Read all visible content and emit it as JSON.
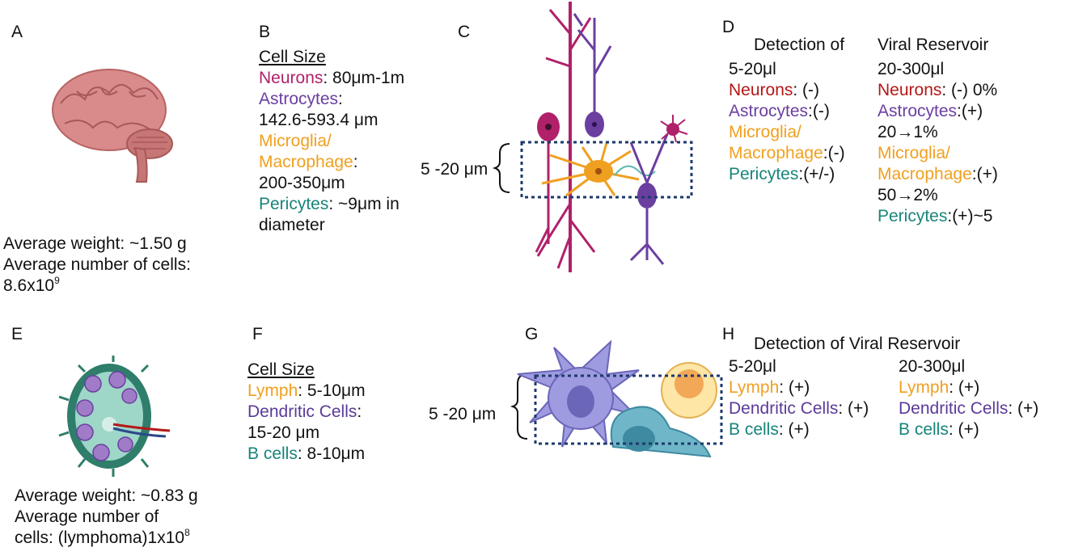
{
  "panels": {
    "A": {
      "letter": "A",
      "weight": "Average weight: ~1.50 g",
      "cells_label": "Average number of cells:",
      "cells_base": "8.6x10",
      "cells_exp": "9"
    },
    "B": {
      "letter": "B",
      "heading": "Cell Size",
      "neurons_name": "Neurons",
      "neurons_value": ": 80μm-1m",
      "astro_name": "Astrocytes",
      "astro_sep": ":",
      "astro_value": "142.6-593.4 μm",
      "micro_name_1": "Microglia/",
      "micro_name_2": "Macrophage",
      "micro_sep": ":",
      "micro_value": "200-350μm",
      "peri_name": "Pericytes",
      "peri_value_1": ": ~9μm in",
      "peri_value_2": "diameter"
    },
    "C": {
      "letter": "C",
      "range_label": "5 -20 μm"
    },
    "D": {
      "letter": "D",
      "heading_left": "Detection of",
      "heading_right": "Viral Reservoir",
      "col1_vol": "5-20μl",
      "col2_vol": "20-300μl",
      "c1_neuron_name": "Neurons",
      "c1_neuron_val": ": (-)",
      "c1_astro_name": "Astrocytes",
      "c1_astro_val": ":(-)",
      "c1_micro_name_1": "Microglia/",
      "c1_micro_name_2": "Macrophage",
      "c1_micro_val": ":(-)",
      "c1_peri_name": "Pericytes",
      "c1_peri_val": ":(+/-)",
      "c2_neuron_name": "Neurons",
      "c2_neuron_val": ": (-) 0%",
      "c2_astro_name": "Astrocytes",
      "c2_astro_val": ":(+)",
      "c2_astro_pct": "20→1%",
      "c2_micro_name_1": "Microglia/",
      "c2_micro_name_2": "Macrophage",
      "c2_micro_val": ":(+)",
      "c2_micro_pct": "50→2%",
      "c2_peri_name": "Pericytes",
      "c2_peri_val": ":(+)~5"
    },
    "E": {
      "letter": "E",
      "weight": "Average weight: ~0.83 g",
      "cells_label_1": "Average number of",
      "cells_label_2": "cells: (lymphoma)1x10",
      "cells_exp": "8"
    },
    "F": {
      "letter": "F",
      "heading": "Cell Size",
      "lymph_name": "Lymph",
      "lymph_value": ": 5-10μm",
      "dend_name": "Dendritic Cells",
      "dend_sep": ":",
      "dend_value": "15-20 μm",
      "bcell_name": "B cells",
      "bcell_value": ": 8-10μm"
    },
    "G": {
      "letter": "G",
      "range_label": "5 -20 μm"
    },
    "H": {
      "letter": "H",
      "heading": "Detection of Viral Reservoir",
      "col1_vol": "5-20μl",
      "col2_vol": "20-300μl",
      "c1_lymph_name": "Lymph",
      "c1_lymph_val": ": (+)",
      "c1_dend_name": "Dendritic Cells",
      "c1_dend_val": ": (+)",
      "c1_bcell_name": "B cells",
      "c1_bcell_val": ": (+)",
      "c2_lymph_name": "Lymph",
      "c2_lymph_val": ": (+)",
      "c2_dend_name": "Dendritic Cells",
      "c2_dend_val": ": (+)",
      "c2_bcell_name": "B cells",
      "c2_bcell_val": ": (+)"
    }
  },
  "colors": {
    "neuron": "#b0216a",
    "astrocyte": "#6b3fa0",
    "microglia": "#f0a020",
    "pericyte": "#17857a",
    "brain": "#d98a8a",
    "lymph_node": "#2f7d6b",
    "dashed_box": "#1d3a6b"
  },
  "icons": {
    "brain": "brain-illustration",
    "neurons": "neural-cells-illustration",
    "lymph_node": "lymph-node-illustration",
    "immune_cells": "immune-cells-illustration"
  }
}
